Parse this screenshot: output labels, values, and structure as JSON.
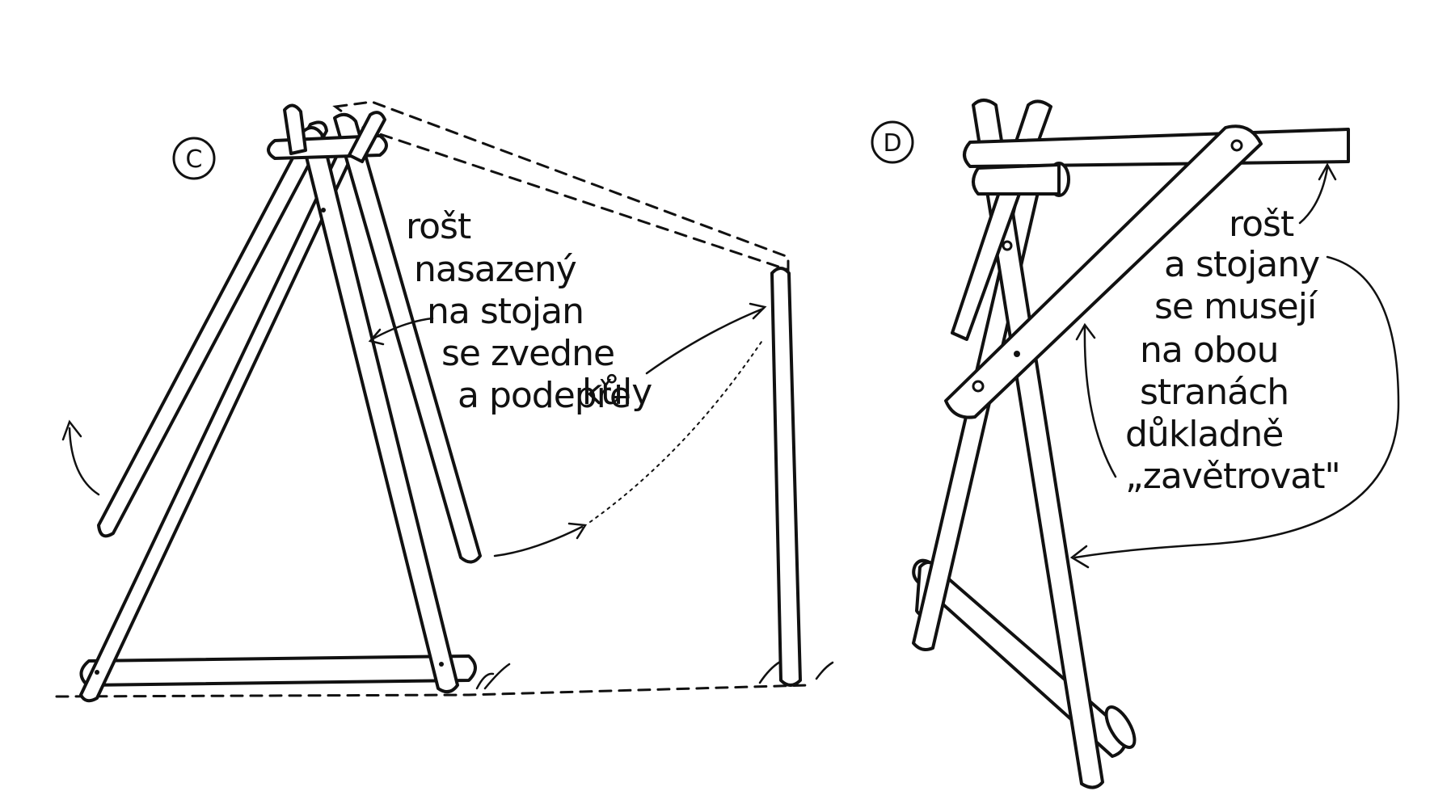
{
  "panel_c": {
    "badge": "C",
    "note_lines": [
      "rošt",
      "nasazený",
      "na stojan",
      "se zvedne",
      "a podepře",
      "kůly"
    ]
  },
  "panel_d": {
    "badge": "D",
    "note_lines": [
      "rošt",
      "a stojany",
      "se musejí",
      "na obou",
      "stranách",
      "důkladně",
      "„zavětrovat\""
    ]
  }
}
